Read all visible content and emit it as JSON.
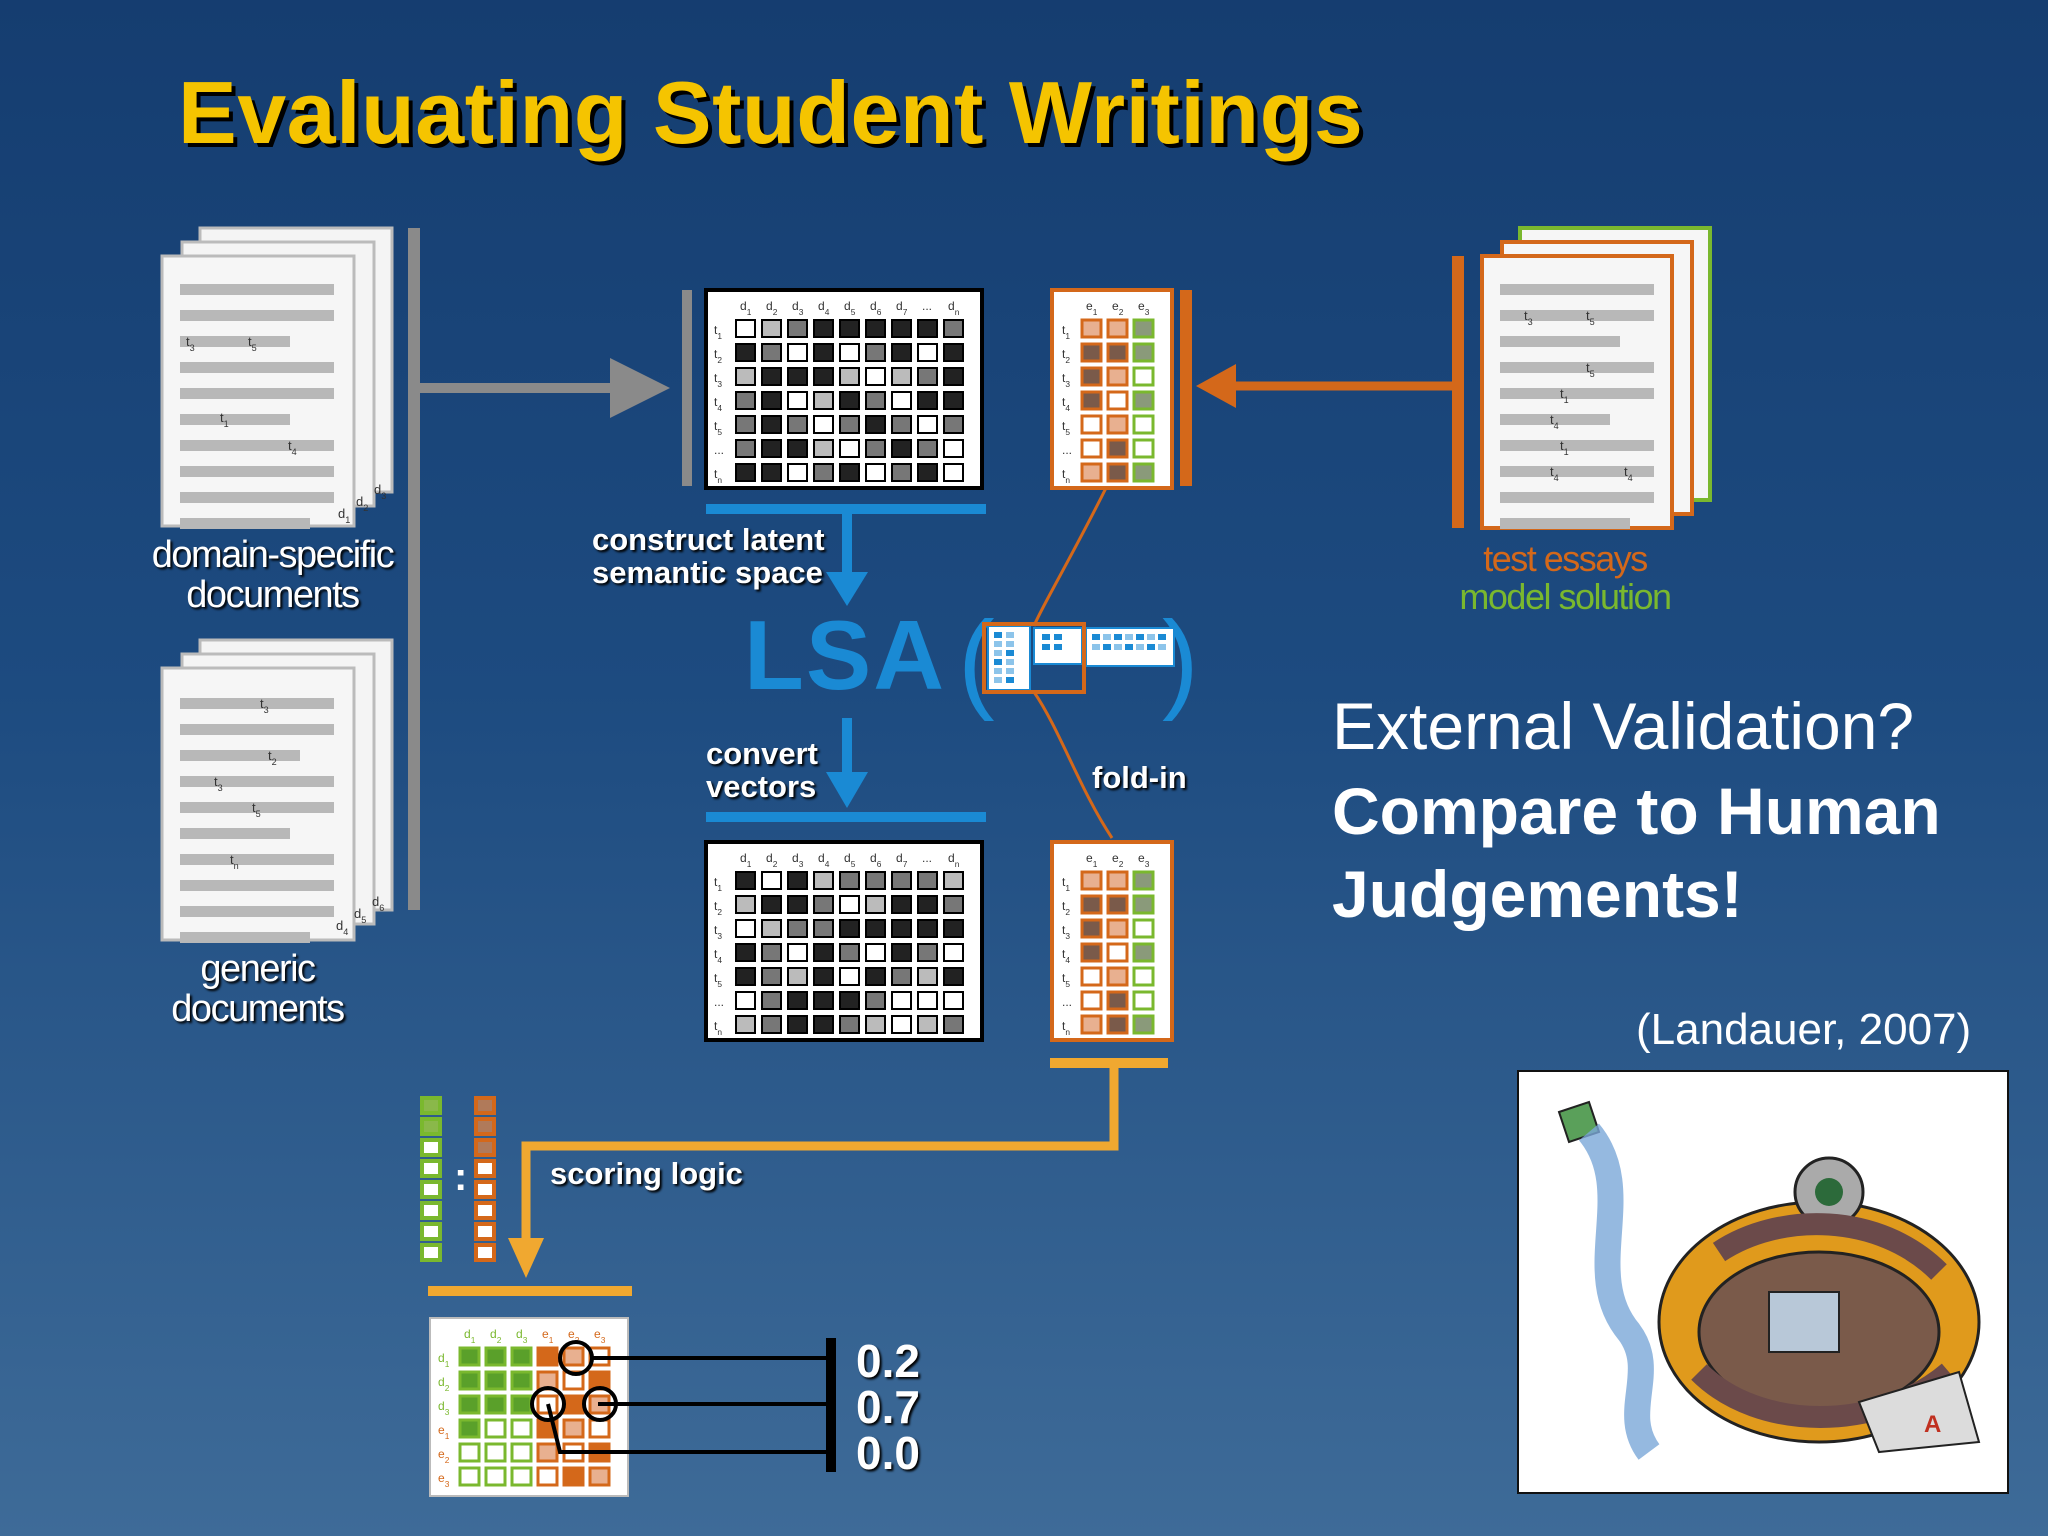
{
  "title": "Evaluating Student Writings",
  "labels": {
    "domain_specific": "domain-specific",
    "documents_1": "documents",
    "generic": "generic",
    "documents_2": "documents",
    "test_essays": "test essays",
    "model_solution": "model solution",
    "construct_1": "construct latent",
    "construct_2": "semantic space",
    "lsa": "LSA",
    "convert_1": "convert",
    "convert_2": "vectors",
    "fold_in": "fold-in",
    "scoring_logic": "scoring logic"
  },
  "matrix_cols": [
    "d1",
    "d2",
    "d3",
    "d4",
    "d5",
    "d6",
    "d7",
    "...",
    "dn"
  ],
  "matrix_rows": [
    "t1",
    "t2",
    "t3",
    "t4",
    "t5",
    "...",
    "tn"
  ],
  "essay_cols": [
    "e1",
    "e2",
    "e3"
  ],
  "result_cols": [
    "d1",
    "d2",
    "d3",
    "e1",
    "e2",
    "e3"
  ],
  "result_rows": [
    "d1",
    "d2",
    "d3",
    "e1",
    "e2",
    "e3"
  ],
  "doc_stack_1": {
    "term_tags": [
      "t3",
      "t5",
      "t1",
      "t4"
    ],
    "page_tags": [
      "d1",
      "d2",
      "d3"
    ]
  },
  "doc_stack_2": {
    "term_tags": [
      "t3",
      "t2",
      "t3",
      "t5",
      "tn"
    ],
    "page_tags": [
      "d4",
      "d5",
      "d6"
    ]
  },
  "essay_stack": {
    "term_tags": [
      "t3",
      "t5",
      "t5",
      "t1",
      "t4",
      "t1",
      "t4",
      "t4"
    ]
  },
  "scores": [
    "0.2",
    "0.7",
    "0.0"
  ],
  "external": {
    "line1": "External Validation?",
    "line2": "Compare to Human",
    "line3": "Judgements!",
    "citation": "(Landauer, 2007)"
  },
  "colors": {
    "title": "#f5c400",
    "gray_flow": "#8a8a8a",
    "orange": "#d4681a",
    "green": "#7ab82e",
    "blue": "#1a8ad4",
    "yellow_flow": "#f0a830"
  }
}
